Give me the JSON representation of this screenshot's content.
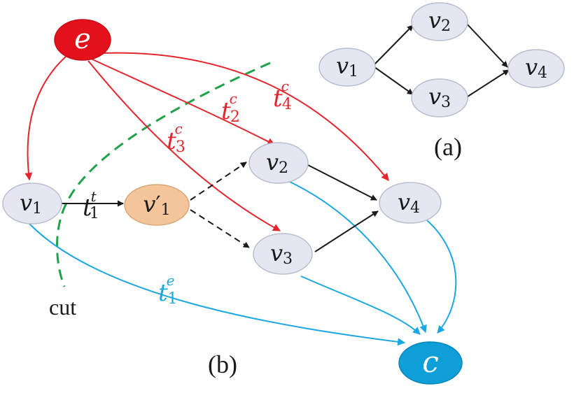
{
  "colors": {
    "node_fill": "#e4e7f2",
    "node_stroke": "#b9bdcc",
    "e_fill": "#e3111c",
    "c_fill": "#0e9fd8",
    "split_fill": "#f4c49a",
    "red_edge": "#e3262d",
    "blue_edge": "#1da7e0",
    "black_edge": "#1a1a1a",
    "cut_line": "#1fa34a",
    "red_text": "#e3262d",
    "blue_text": "#1da7e0"
  },
  "diagram_a": {
    "caption": "(a)",
    "nodes": {
      "v1": {
        "base": "v",
        "sub": "1"
      },
      "v2": {
        "base": "v",
        "sub": "2"
      },
      "v3": {
        "base": "v",
        "sub": "3"
      },
      "v4": {
        "base": "v",
        "sub": "4"
      }
    }
  },
  "diagram_b": {
    "caption": "(b)",
    "cut_label": "cut",
    "nodes": {
      "e": {
        "base": "e"
      },
      "c": {
        "base": "c"
      },
      "v1": {
        "base": "v",
        "sub": "1"
      },
      "v1p": {
        "base": "v",
        "prime": "′",
        "sub": "1"
      },
      "v2": {
        "base": "v",
        "sub": "2"
      },
      "v3": {
        "base": "v",
        "sub": "3"
      },
      "v4": {
        "base": "v",
        "sub": "4"
      }
    },
    "edge_labels": {
      "t1t": {
        "base": "t",
        "sub": "1",
        "sup": "t"
      },
      "t2c": {
        "base": "t",
        "sub": "2",
        "sup": "c"
      },
      "t3c": {
        "base": "t",
        "sub": "3",
        "sup": "c"
      },
      "t4c": {
        "base": "t",
        "sub": "4",
        "sup": "c"
      },
      "t1e": {
        "base": "t",
        "sub": "1",
        "sup": "e"
      }
    }
  }
}
